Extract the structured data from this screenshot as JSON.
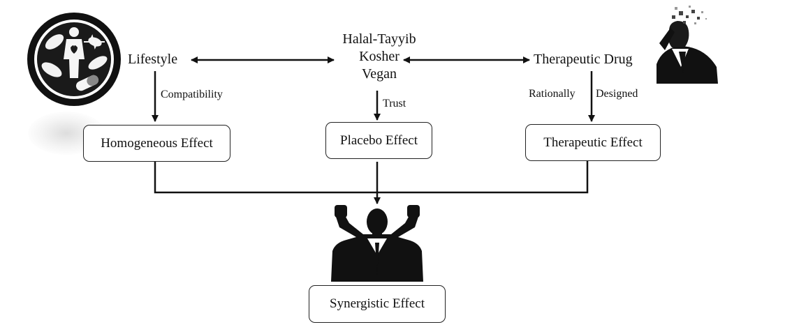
{
  "nodes": {
    "lifestyle": "Lifestyle",
    "diet_standards": [
      "Halal-Tayyib",
      "Kosher",
      "Vegan"
    ],
    "therapeutic_drug": "Therapeutic Drug",
    "homogeneous_effect": "Homogeneous Effect",
    "placebo_effect": "Placebo Effect",
    "therapeutic_effect": "Therapeutic Effect",
    "synergistic_effect": "Synergistic Effect"
  },
  "edge_labels": {
    "compatibility": "Compatibility",
    "trust": "Trust",
    "rationally": "Rationally",
    "designed": "Designed"
  },
  "icons": {
    "lifestyle": "lifestyle-health-icon",
    "drug": "stressed-man-icon",
    "synergy": "victorious-man-icon"
  },
  "colors": {
    "line": "#111111",
    "box_border": "#222222"
  }
}
